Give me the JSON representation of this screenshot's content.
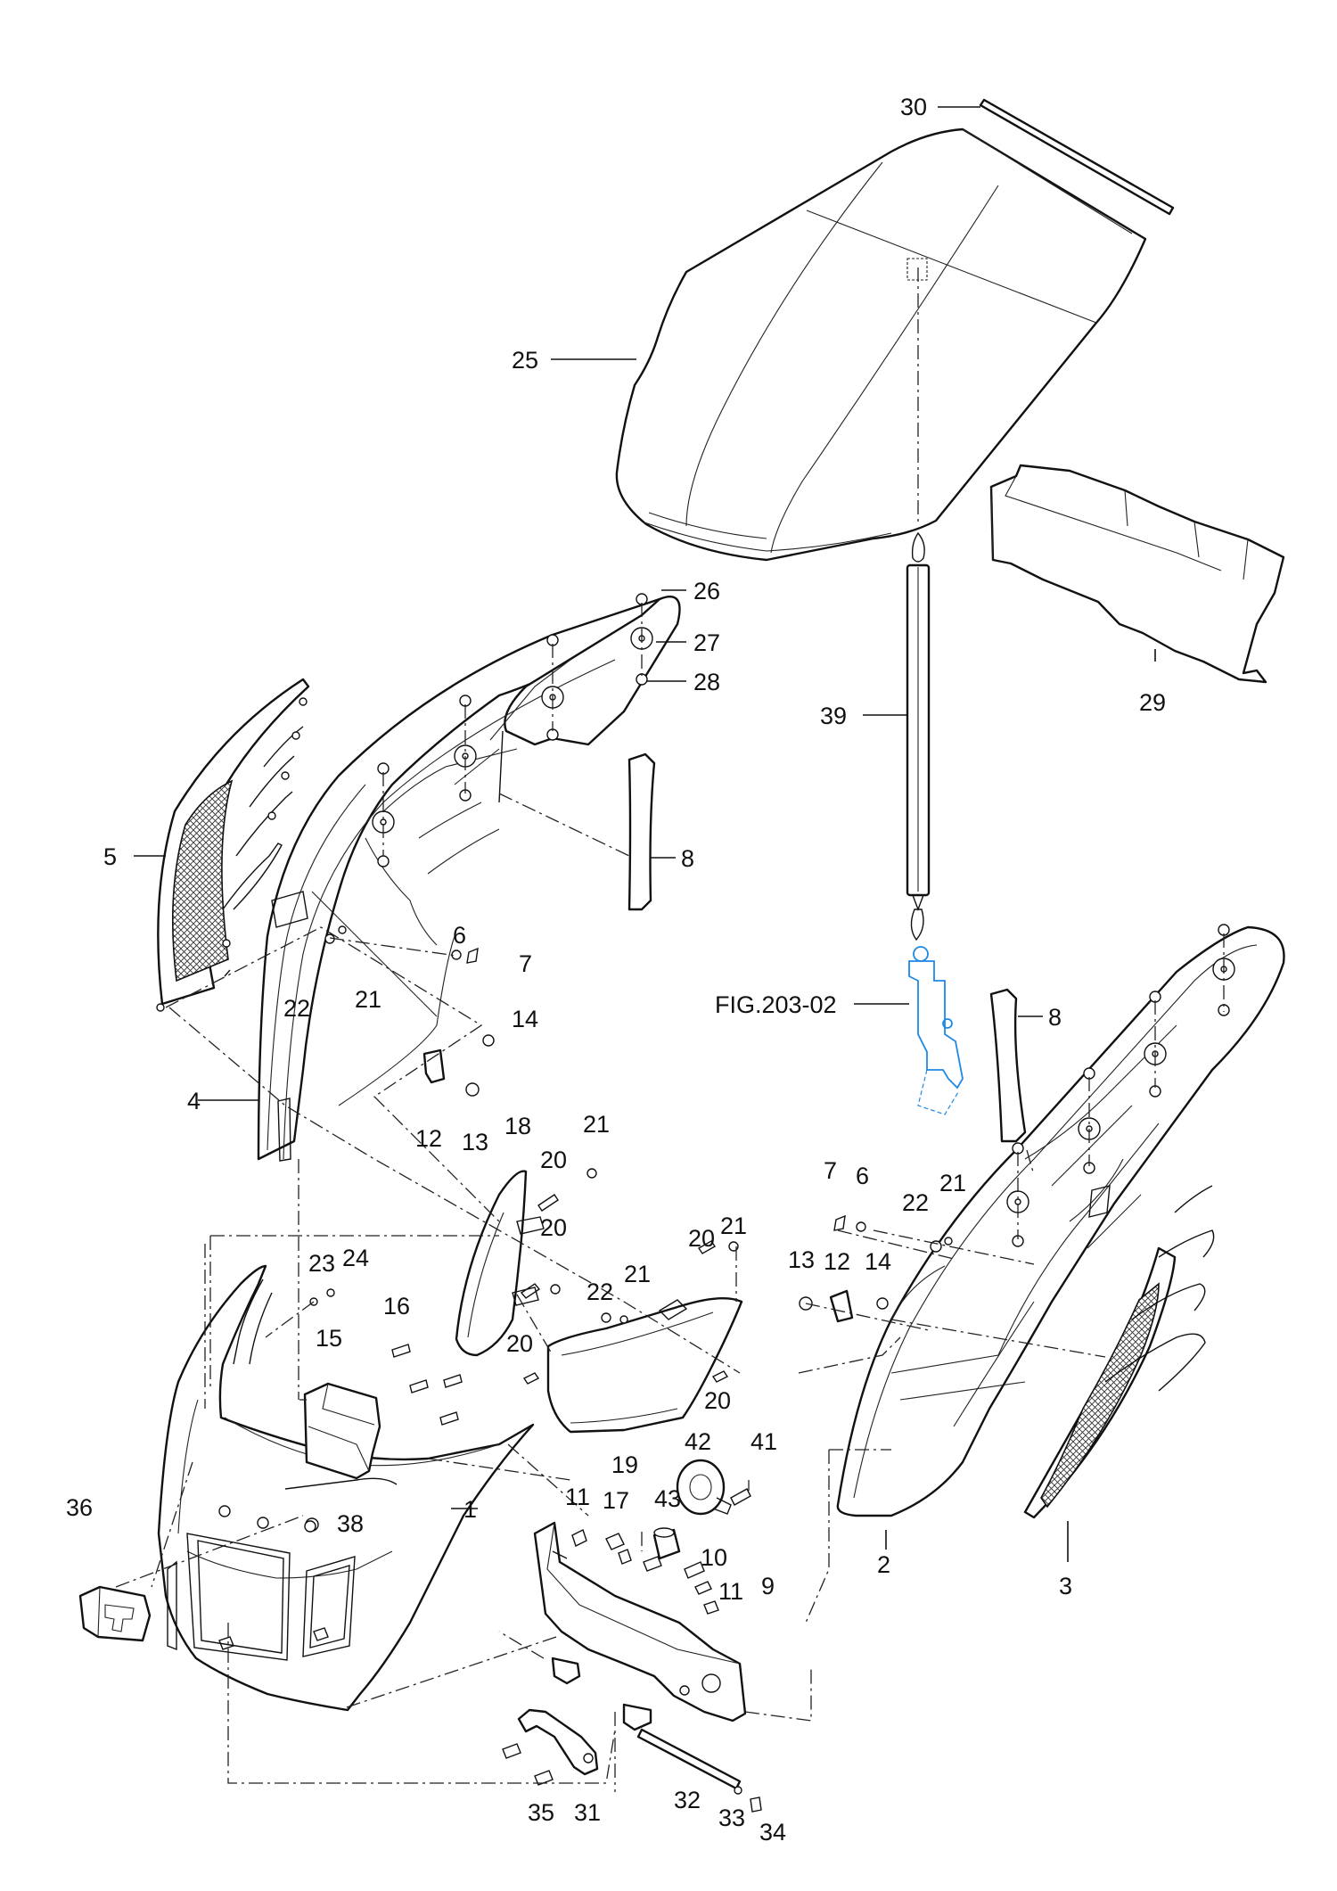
{
  "colors": {
    "line": "#111111",
    "background": "#ffffff",
    "reference_highlight": "#1e88e5"
  },
  "callouts": {
    "c1": "1",
    "c2": "2",
    "c3": "3",
    "c4": "4",
    "c5": "5",
    "c6a": "6",
    "c6b": "6",
    "c7a": "7",
    "c7b": "7",
    "c8a": "8",
    "c8b": "8",
    "c9": "9",
    "c10": "10",
    "c11a": "11",
    "c11b": "11",
    "c12a": "12",
    "c12b": "12",
    "c13a": "13",
    "c13b": "13",
    "c14a": "14",
    "c14b": "14",
    "c15": "15",
    "c16": "16",
    "c17": "17",
    "c18": "18",
    "c19": "19",
    "c20a": "20",
    "c20b": "20",
    "c20c": "20",
    "c20d": "20",
    "c20e": "20",
    "c21a": "21",
    "c21b": "21",
    "c21c": "21",
    "c21d": "21",
    "c21e": "21",
    "c22a": "22",
    "c22b": "22",
    "c22c": "22",
    "c23": "23",
    "c24": "24",
    "c25": "25",
    "c26": "26",
    "c27": "27",
    "c28": "28",
    "c29": "29",
    "c30": "30",
    "c31": "31",
    "c32": "32",
    "c33": "33",
    "c34": "34",
    "c35": "35",
    "c36": "36",
    "c38": "38",
    "c39": "39",
    "c41": "41",
    "c42": "42",
    "c43": "43"
  },
  "reference": {
    "label": "FIG.203-02"
  }
}
